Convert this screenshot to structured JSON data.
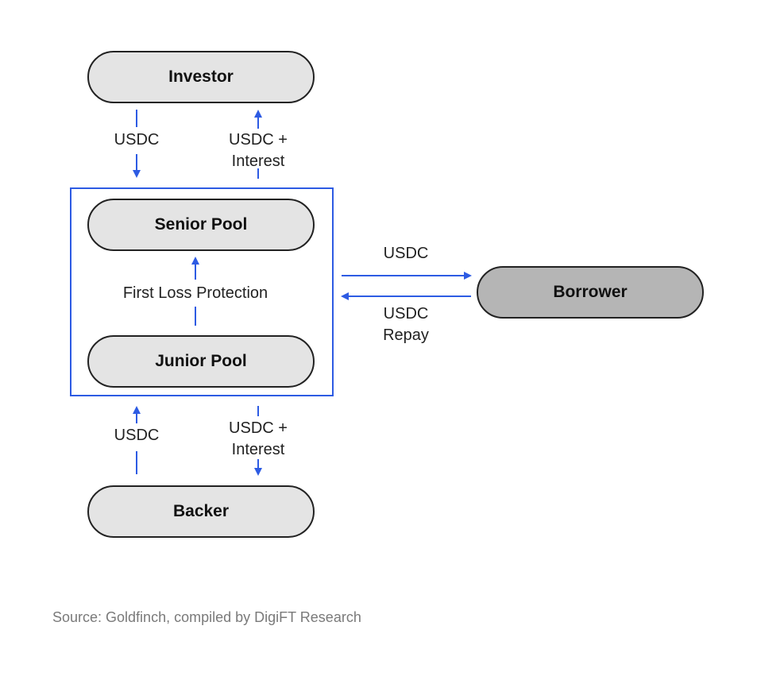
{
  "nodes": {
    "investor": "Investor",
    "senior_pool": "Senior Pool",
    "junior_pool": "Junior Pool",
    "backer": "Backer",
    "borrower": "Borrower"
  },
  "edges": {
    "investor_in": "USDC",
    "investor_out_line1": "USDC +",
    "investor_out_line2": "Interest",
    "first_loss": "First Loss Protection",
    "borrower_out": "USDC",
    "borrower_repay_line1": "USDC",
    "borrower_repay_line2": "Repay",
    "backer_in": "USDC",
    "backer_out_line1": "USDC +",
    "backer_out_line2": "Interest"
  },
  "source": "Source: Goldfinch, compiled by DigiFT Research",
  "colors": {
    "arrow": "#2d5be3",
    "pill_fill": "#e4e4e4",
    "borrower_fill": "#b5b5b5"
  }
}
